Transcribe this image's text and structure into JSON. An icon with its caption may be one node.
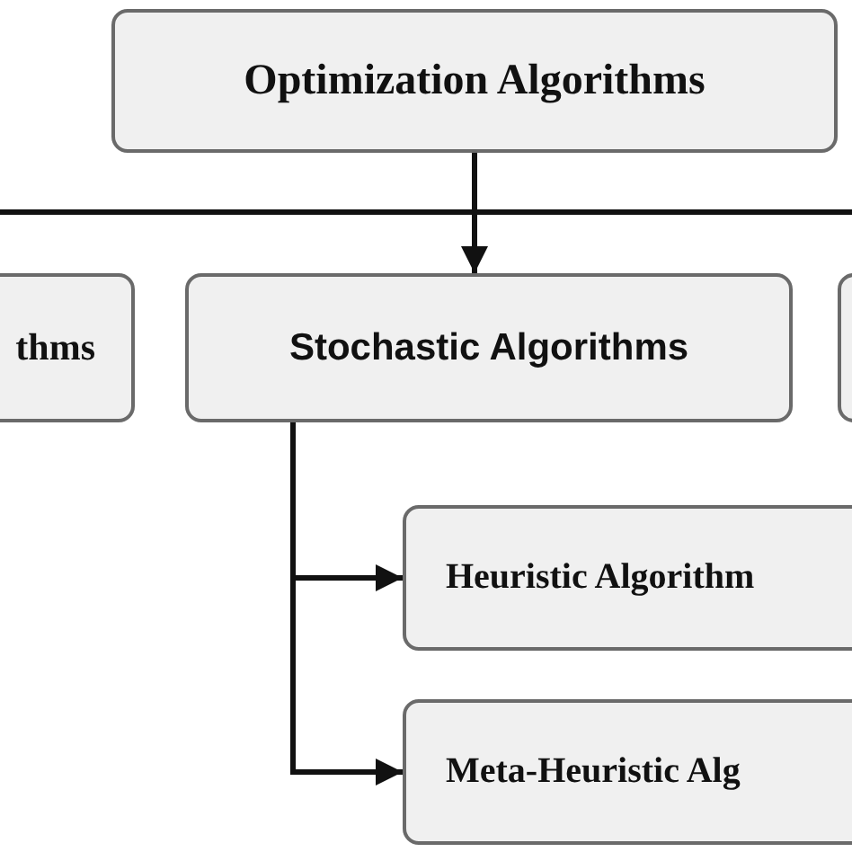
{
  "diagram": {
    "nodes": [
      {
        "text": [
          "Optimization Algorithms"
        ]
      },
      {
        "text": [
          "thms"
        ]
      },
      {
        "text": [
          "Stochastic Algorithms"
        ]
      },
      {
        "text": [],
        "shape": "box"
      },
      {
        "text": [
          "Heuristic Algorithm"
        ]
      },
      {
        "text": [
          "Meta-Heuristic Alg"
        ]
      }
    ],
    "edges": [
      {
        "from": 0,
        "to": 1,
        "arrow": "to"
      },
      {
        "from": 0,
        "to": 2,
        "arrow": "to"
      },
      {
        "from": 0,
        "to": 3,
        "arrow": "to"
      },
      {
        "from": 2,
        "to": 4,
        "arrow": "to"
      },
      {
        "from": 2,
        "to": 5,
        "arrow": "to"
      }
    ]
  }
}
